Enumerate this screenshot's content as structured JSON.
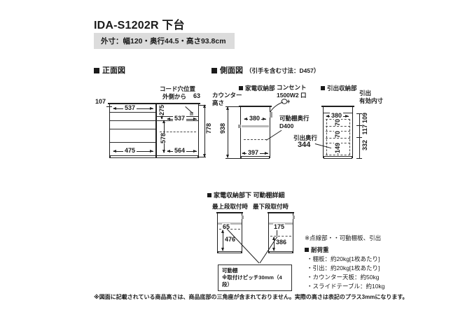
{
  "header": {
    "title": "IDA-S1202R 下台",
    "subtitle": "外寸：幅120・奥行44.5・高さ93.8cm"
  },
  "front_view": {
    "heading": "正面図",
    "cord_hole_label_line1": "コード穴位置",
    "cord_hole_label_line2": "外側から",
    "cord_hole_value": "63",
    "dims": {
      "top_left_offset": "107",
      "upper_left_width": "537",
      "upper_right_height": "275",
      "upper_right_width": "537",
      "total_height": "778",
      "inner_height": "578",
      "lower_left_width": "475",
      "lower_right_width": "564"
    }
  },
  "side_view": {
    "heading": "側面図",
    "heading_note": "（引手を含む寸法：D457）",
    "appliance": {
      "label": "家電収納部",
      "counter_height_label_line1": "カウンター",
      "counter_height_label_line2": "高さ",
      "counter_height": "938",
      "inner_width": "380",
      "depth": "397",
      "outlet_label_line1": "コンセント",
      "outlet_label_line2": "1500W2 口",
      "shelf_depth_label_line1": "可動棚奥行",
      "shelf_depth_label_line2": "D400"
    },
    "drawer": {
      "label": "引出収納部",
      "inner_width": "380",
      "effective_label_line1": "引出",
      "effective_label_line2": "有効内寸",
      "drawer_depth_label_line1": "引出奥行",
      "drawer_depth_value": "344",
      "heights": [
        "70",
        "70",
        "149"
      ],
      "right_dims": [
        "109",
        "117",
        "332"
      ]
    }
  },
  "shelf_detail": {
    "heading": "家電収納部下  可動棚詳細",
    "top_position_label": "最上段取付時",
    "bottom_position_label": "最下段取付時",
    "top_upper": "65",
    "top_lower": "476",
    "bottom_upper": "175",
    "bottom_lower": "386",
    "callout_line1": "可動棚",
    "callout_line2": "※取付けピッチ30mm（4段）"
  },
  "notes": {
    "dashed_note": "※点線部・・可動棚板、引出",
    "load_heading": "耐荷重",
    "load_items": [
      "・棚板：約20kg[1枚あたり]",
      "・引出：約20kg[1枚あたり]",
      "・カウンター天板：約50kg",
      "・スライドテーブル：約10kg"
    ]
  },
  "footnote": "※図面に記載されている商品高さは、商品底部の三角座が含まれておりません。実際の高さは表記のプラス3mmになります。"
}
